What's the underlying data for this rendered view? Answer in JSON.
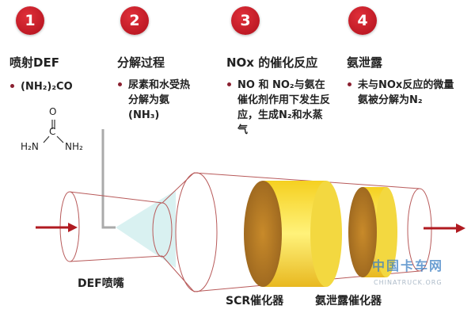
{
  "steps": [
    {
      "num": "1",
      "title": "喷射DEF",
      "bullet": "(NH₂)₂CO"
    },
    {
      "num": "2",
      "title": "分解过程",
      "bullet": "尿素和水受热分解为氨(NH₃)"
    },
    {
      "num": "3",
      "title": "NOx 的催化反应",
      "bullet": "NO 和 NO₂与氨在催化剂作用下发生反应，生成N₂和水蒸气"
    },
    {
      "num": "4",
      "title": "氨泄露",
      "bullet": "未与NOx反应的微量氨被分解为N₂"
    }
  ],
  "urea": {
    "o": "O",
    "c": "C",
    "left": "H₂N",
    "right": "NH₂"
  },
  "labels": {
    "nozzle": "DEF喷嘴",
    "scr": "SCR催化器",
    "slip": "氨泄露催化器"
  },
  "watermark": {
    "cn": "中国卡车网",
    "en": "CHINATRUCK.ORG"
  },
  "colors": {
    "badge": "#c8161e",
    "arrow": "#b01a20",
    "catalyst": "#f2d23c"
  }
}
